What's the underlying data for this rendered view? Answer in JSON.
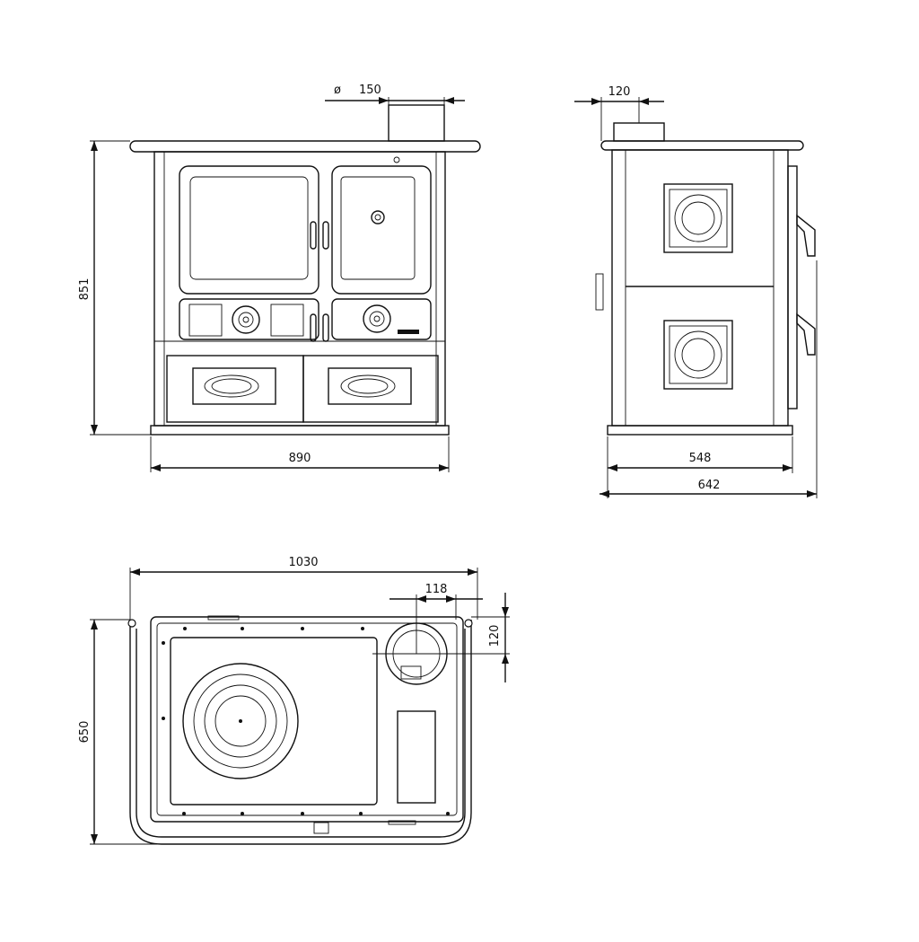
{
  "dimensions": {
    "front_height": "851",
    "front_width": "890",
    "flue_diameter_symbol": "ø",
    "flue_diameter": "150",
    "side_flue_offset": "120",
    "side_depth_inner": "548",
    "side_depth_outer": "642",
    "top_width": "1030",
    "top_flue_offset_x": "118",
    "top_flue_offset_y": "120",
    "top_depth": "650"
  }
}
